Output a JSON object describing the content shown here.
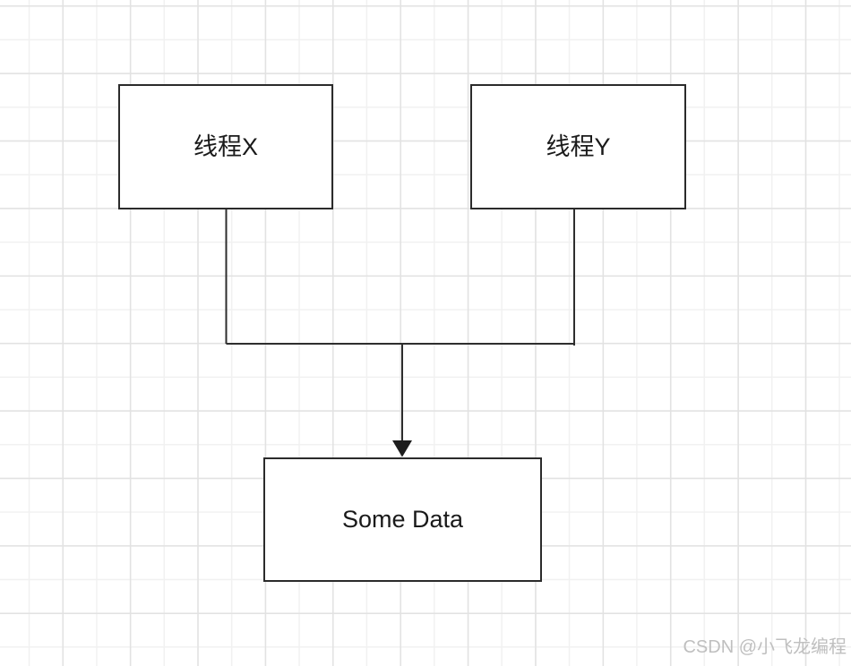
{
  "diagram": {
    "type": "flowchart",
    "nodes": [
      {
        "id": "thread-x",
        "label": "线程X"
      },
      {
        "id": "thread-y",
        "label": "线程Y"
      },
      {
        "id": "some-data",
        "label": "Some Data"
      }
    ],
    "edges": [
      {
        "from": "thread-x",
        "to": "junction",
        "arrow": false
      },
      {
        "from": "thread-y",
        "to": "junction",
        "arrow": false
      },
      {
        "from": "junction",
        "to": "some-data",
        "arrow": true
      }
    ]
  },
  "watermark": {
    "text": "CSDN @小飞龙编程"
  },
  "colors": {
    "node_fill": "#ffffff",
    "node_stroke": "#2b2b2b",
    "edge_stroke": "#2e2e2e",
    "label_text": "#1a1a1a",
    "grid_minor": "#f1f1f1",
    "grid_major": "#e2e2e2",
    "watermark_text": "#bfbfbf",
    "canvas_background": "#ffffff"
  }
}
